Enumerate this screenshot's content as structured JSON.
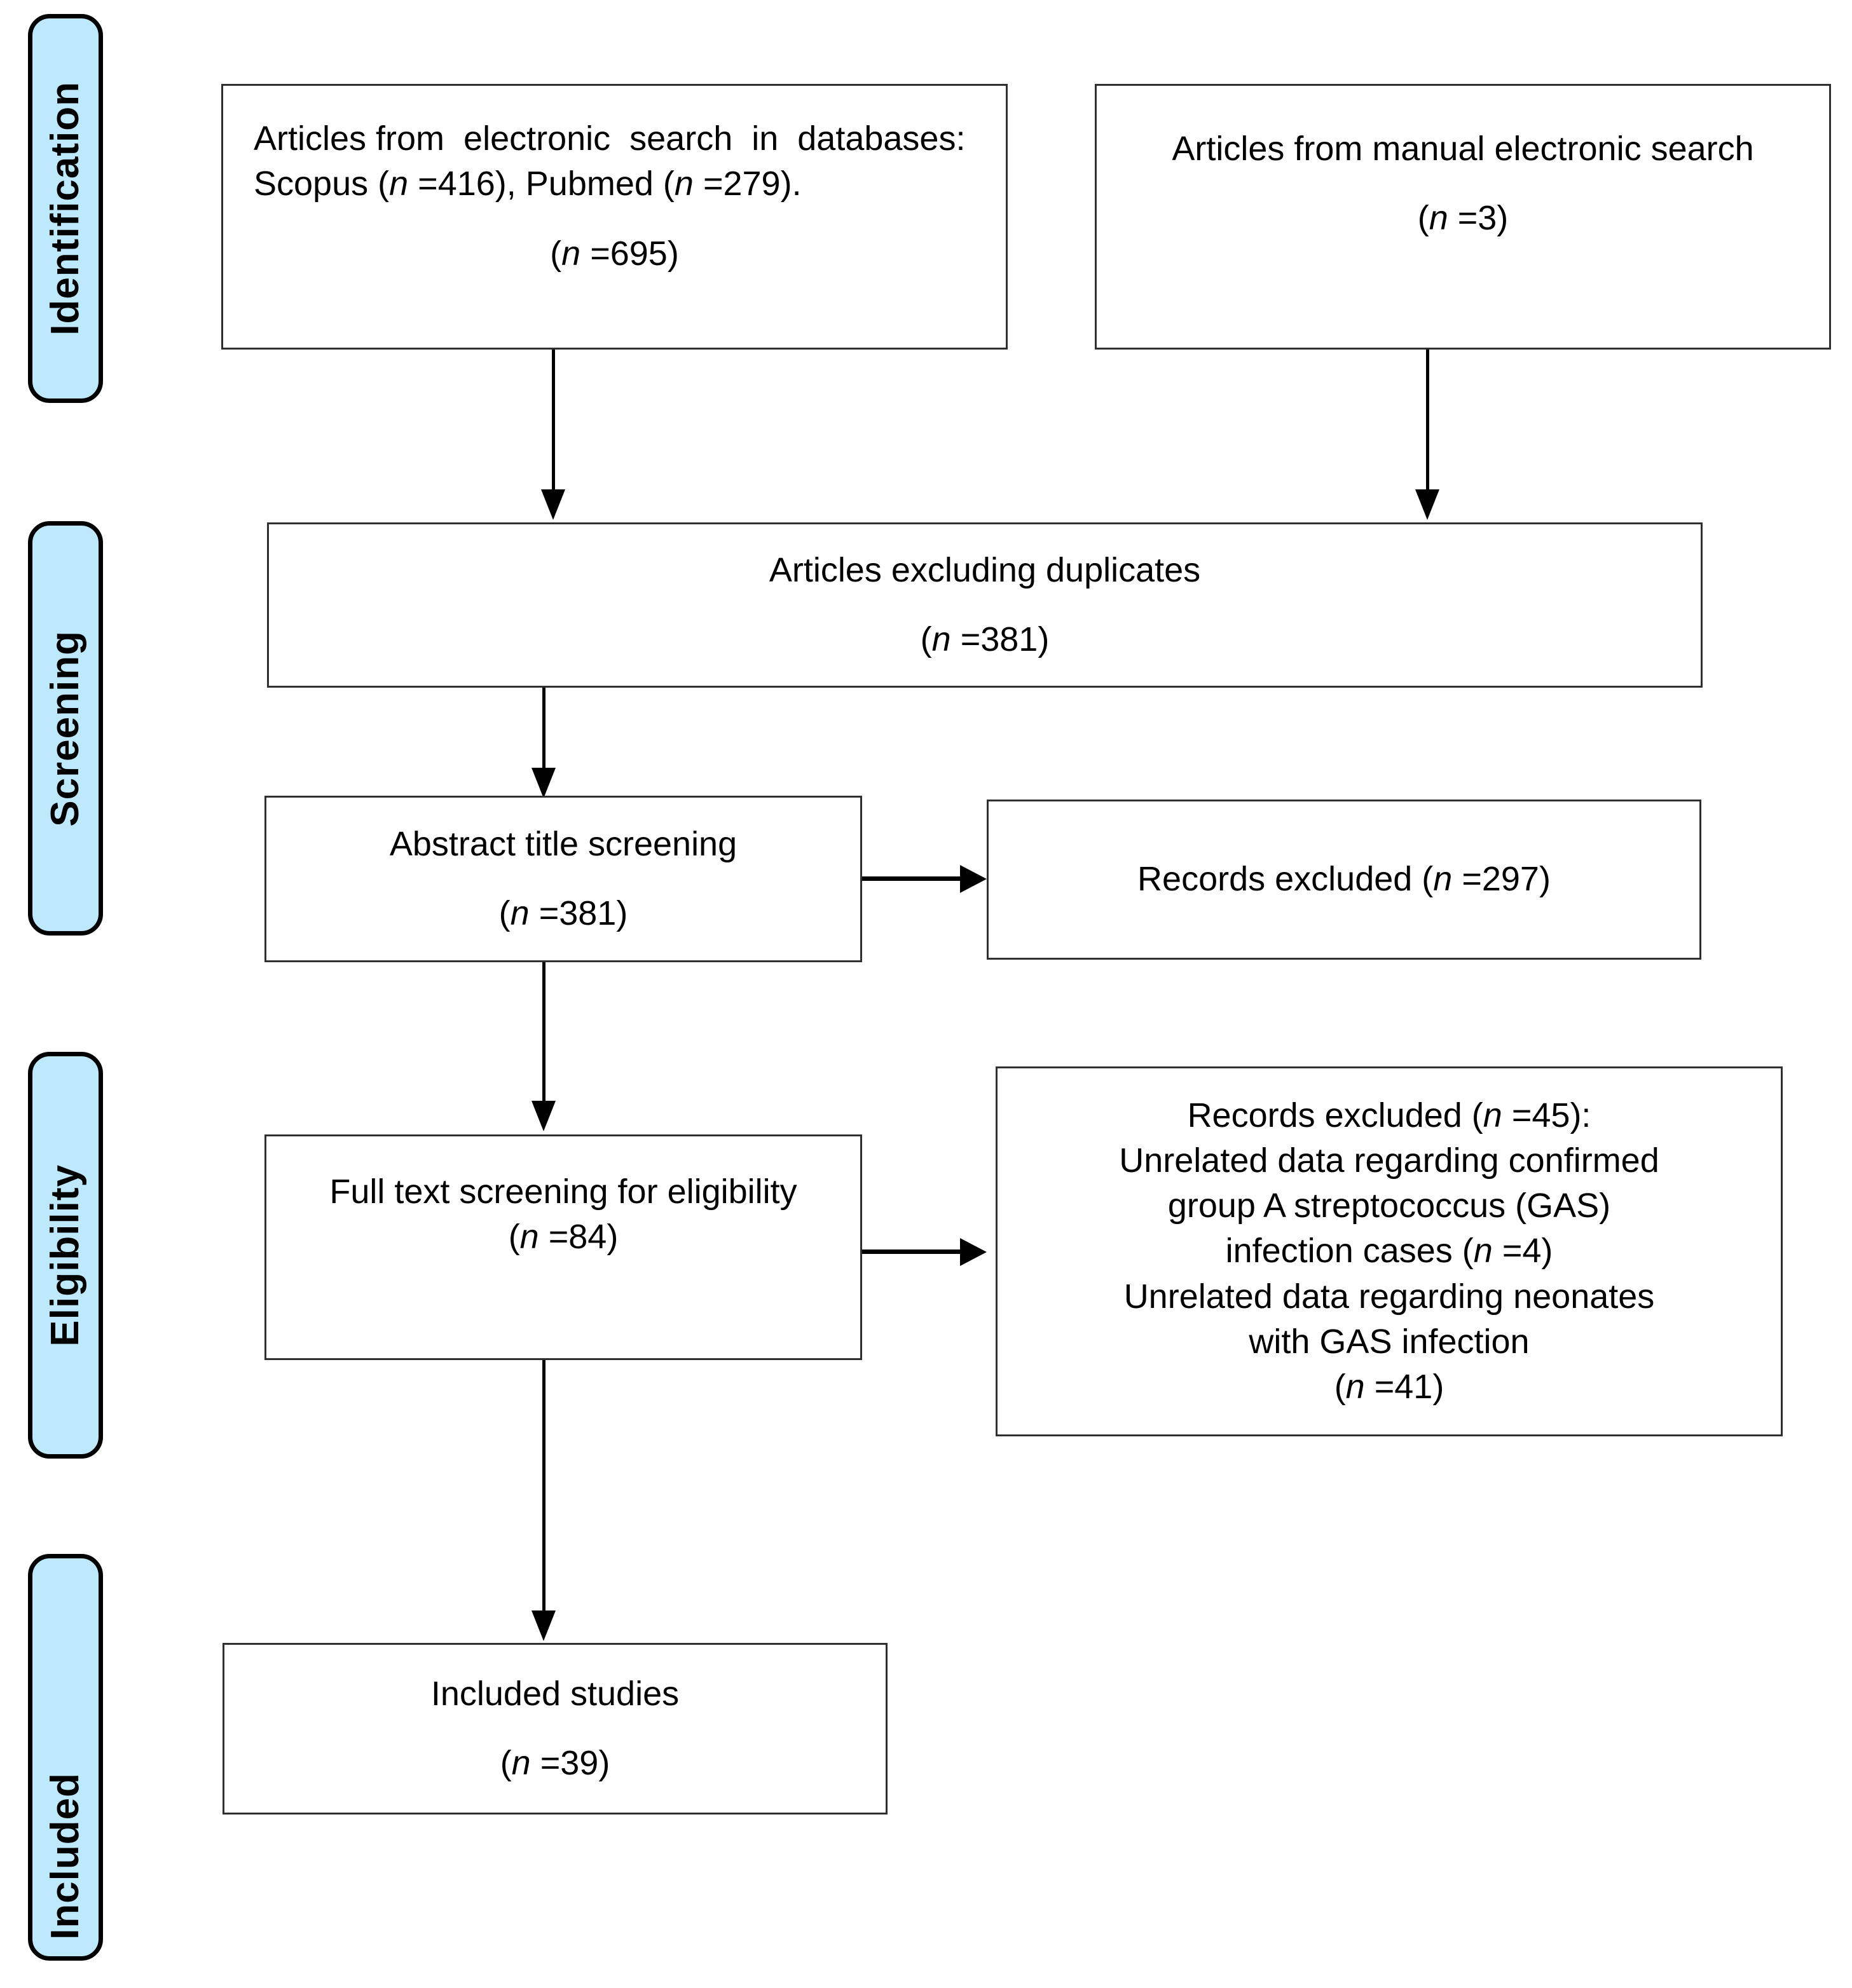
{
  "diagram": {
    "type": "prisma-flow-diagram",
    "title": "PRISMA study selection flow diagram",
    "colors": {
      "stage_fill": "#bee8fb",
      "stage_border": "#000000",
      "node_border": "#2f2f2f",
      "node_fill": "#ffffff",
      "connector": "#000000",
      "text": "#000000"
    }
  },
  "stages": [
    {
      "id": "identification",
      "label": "Identification"
    },
    {
      "id": "screening",
      "label": "Screening"
    },
    {
      "id": "eligibility",
      "label": "Eligibility"
    },
    {
      "id": "included",
      "label": "Included"
    }
  ],
  "nodes": {
    "electronic_search": {
      "lines": [
        "Articles from  electronic  search  in  databases:",
        "Scopus (n =416), Pubmed (n =279).",
        "(n =695)"
      ],
      "line1": "Articles from  electronic  search  in  databases:",
      "line2_prefix": "Scopus (",
      "line2_n1": "n",
      "line2_mid": " =416), Pubmed (",
      "line2_n2": "n",
      "line2_suffix": " =279).",
      "count_prefix": "(",
      "count_n": "n",
      "count_value": " =695)"
    },
    "manual_search": {
      "line1": "Articles from manual electronic search",
      "count_prefix": "(",
      "count_n": "n",
      "count_value": " =3)"
    },
    "excluding_duplicates": {
      "line1": "Articles excluding duplicates",
      "count_prefix": "(",
      "count_n": "n",
      "count_value": " =381)"
    },
    "abstract_title_screening": {
      "line1": "Abstract title screening",
      "count_prefix": "(",
      "count_n": "n",
      "count_value": " =381)"
    },
    "records_excluded_screening": {
      "text_prefix": "Records excluded (",
      "text_n": "n",
      "text_suffix": " =297)"
    },
    "full_text_screening": {
      "line1": "Full text screening for eligibility",
      "count_prefix": "(",
      "count_n": "n",
      "count_value": " =84)"
    },
    "records_excluded_eligibility": {
      "l1_prefix": "Records excluded (",
      "l1_n": "n",
      "l1_suffix": " =45):",
      "l2": "Unrelated data regarding confirmed",
      "l3": "group A streptococcus (GAS)",
      "l4_prefix": "infection cases (",
      "l4_n": "n",
      "l4_suffix": " =4)",
      "l5": "Unrelated data regarding neonates",
      "l6": "with GAS infection",
      "l7_prefix": "(",
      "l7_n": "n",
      "l7_suffix": " =41)"
    },
    "included_studies": {
      "line1": "Included studies",
      "count_prefix": "(",
      "count_n": "n",
      "count_value": " =39)"
    }
  },
  "counts": {
    "scopus": 416,
    "pubmed": 279,
    "electronic_total": 695,
    "manual": 3,
    "after_duplicates": 381,
    "title_screened": 381,
    "excluded_title": 297,
    "full_text": 84,
    "excluded_full_text": 45,
    "excluded_unrelated_confirmed_gas": 4,
    "excluded_unrelated_neonates_gas": 41,
    "included": 39
  }
}
